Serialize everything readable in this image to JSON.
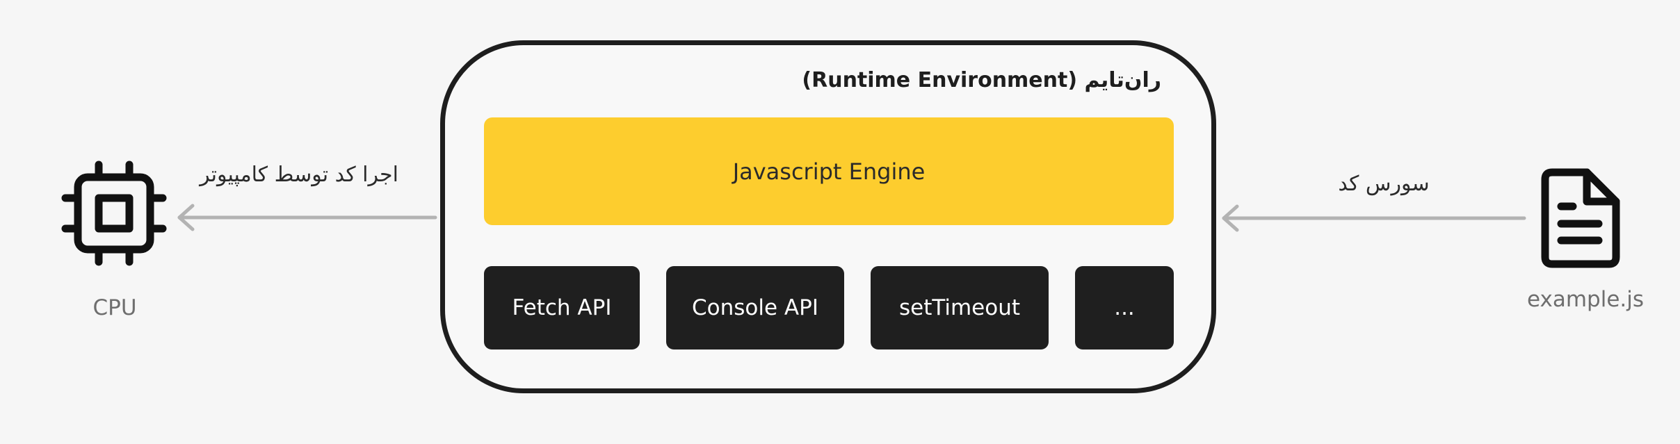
{
  "runtime": {
    "title": "ران‌تایم (Runtime Environment)"
  },
  "engine": {
    "label": "Javascript Engine"
  },
  "apis": [
    {
      "label": "Fetch API"
    },
    {
      "label": "Console API"
    },
    {
      "label": "setTimeout"
    },
    {
      "label": "..."
    }
  ],
  "left": {
    "arrow_label": "اجرا کد توسط کامپیوتر",
    "caption": "CPU",
    "icon": "cpu-icon"
  },
  "right": {
    "arrow_label": "سورس کد",
    "caption": "example.js",
    "icon": "file-icon"
  },
  "colors": {
    "background": "#f6f6f6",
    "engine": "#fdcd2e",
    "api_box": "#1f1f1f",
    "outline": "#1e1e1e",
    "arrow": "#b3b3b3",
    "caption": "#6e6e6e"
  }
}
